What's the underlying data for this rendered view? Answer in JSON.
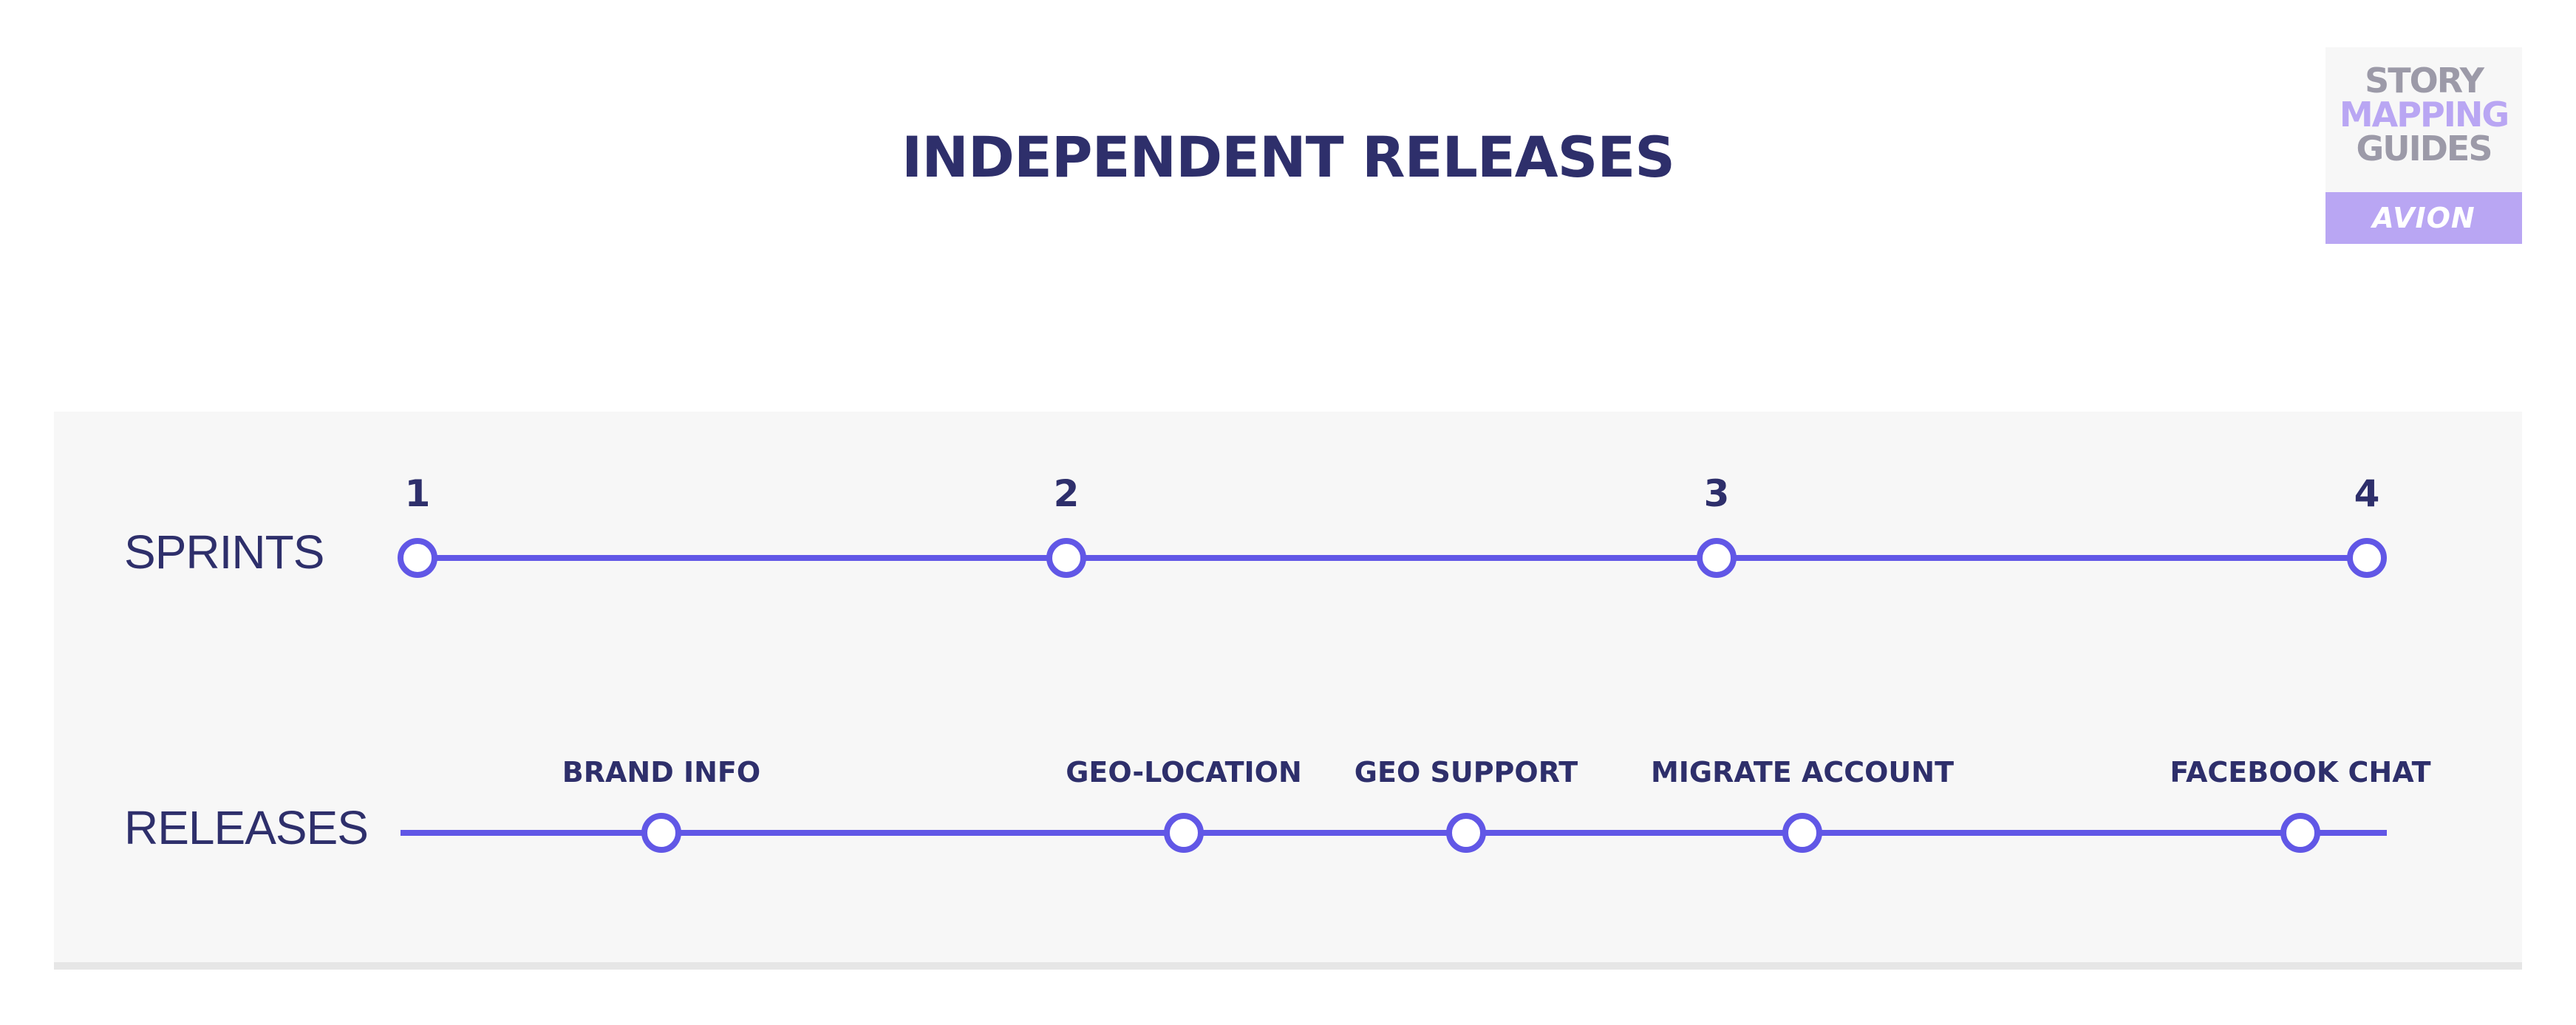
{
  "title": "INDEPENDENT RELEASES",
  "logo": {
    "line1": "STORY",
    "line2": "MAPPING",
    "line3": "GUIDES",
    "brand": "AVION"
  },
  "rows": {
    "sprints_label": "SPRINTS",
    "releases_label": "RELEASES"
  },
  "sprints": [
    "1",
    "2",
    "3",
    "4"
  ],
  "releases": [
    "BRAND INFO",
    "GEO-LOCATION",
    "GEO SUPPORT",
    "MIGRATE ACCOUNT",
    "FACEBOOK CHAT"
  ],
  "colors": {
    "accent": "#6157e6",
    "text": "#2e2f6b",
    "panel": "#f7f7f7",
    "logo_accent": "#b9a6f3"
  }
}
